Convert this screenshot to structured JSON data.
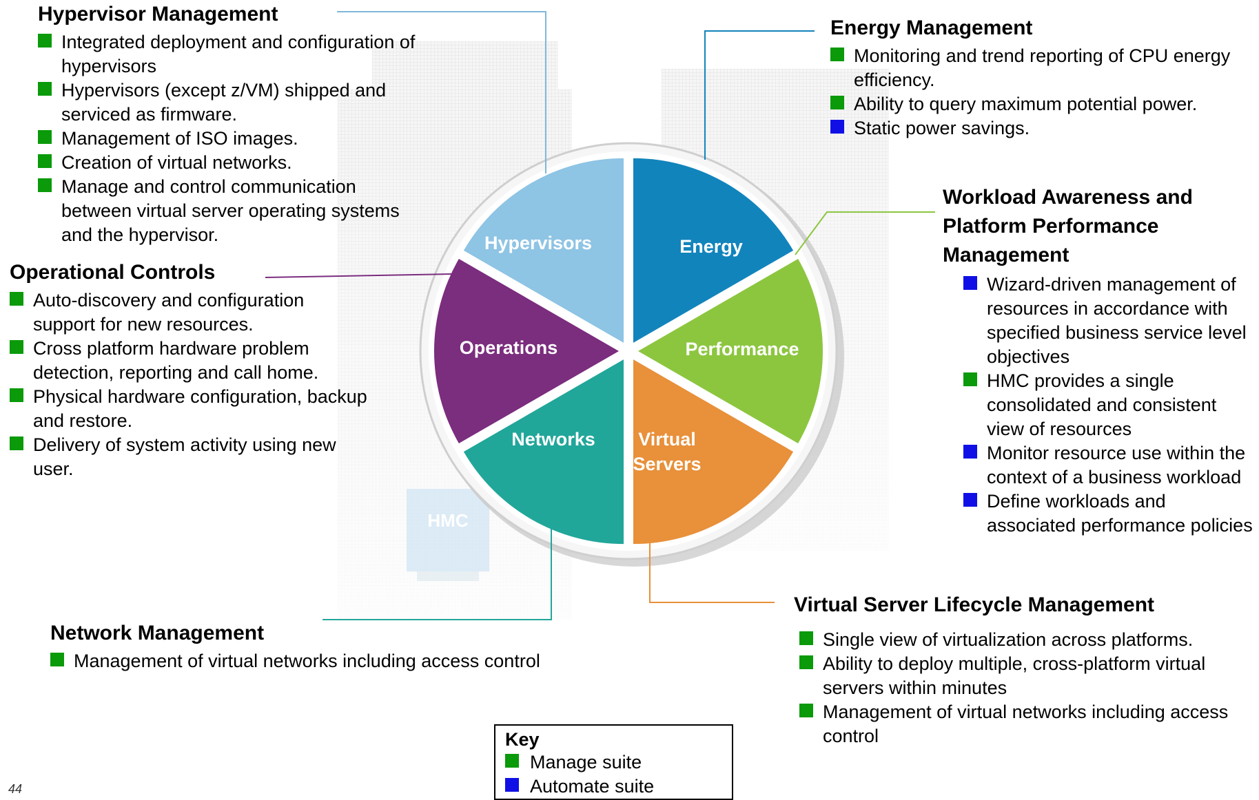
{
  "sections": {
    "hypervisor": {
      "title": "Hypervisor Management",
      "items": [
        {
          "text": "Integrated deployment and configuration of hypervisors",
          "kind": "manage"
        },
        {
          "text": "Hypervisors (except z/VM) shipped and serviced as firmware.",
          "kind": "manage"
        },
        {
          "text": "Management of ISO images.",
          "kind": "manage"
        },
        {
          "text": "Creation of virtual networks.",
          "kind": "manage"
        },
        {
          "text": "Manage and control communication between virtual server operating systems and the hypervisor.",
          "kind": "manage"
        }
      ]
    },
    "operational": {
      "title": "Operational Controls",
      "items": [
        {
          "text": "Auto-discovery and configuration support for new resources.",
          "kind": "manage"
        },
        {
          "text": "Cross platform hardware problem detection, reporting and call home.",
          "kind": "manage"
        },
        {
          "text": "Physical hardware configuration, backup and restore.",
          "kind": "manage"
        },
        {
          "text": "Delivery of system activity using new user.",
          "kind": "manage"
        }
      ]
    },
    "network": {
      "title": "Network Management",
      "items": [
        {
          "text": "Management of virtual networks including access control",
          "kind": "manage"
        }
      ]
    },
    "energy": {
      "title": "Energy Management",
      "items": [
        {
          "text": "Monitoring and trend reporting of CPU energy efficiency.",
          "kind": "manage"
        },
        {
          "text": "Ability to query maximum potential power.",
          "kind": "manage"
        },
        {
          "text": "Static power savings.",
          "kind": "automate"
        }
      ]
    },
    "workload": {
      "title": "Workload Awareness and Platform Performance Management",
      "items": [
        {
          "text": "Wizard-driven management of resources in accordance with specified business service level objectives",
          "kind": "automate"
        },
        {
          "text": "HMC provides a single consolidated and consistent view of resources",
          "kind": "manage"
        },
        {
          "text": "Monitor resource use within the context of a business workload",
          "kind": "automate"
        },
        {
          "text": "Define workloads and associated performance policies",
          "kind": "automate"
        }
      ]
    },
    "lifecycle": {
      "title": "Virtual Server Lifecycle Management",
      "items": [
        {
          "text": "Single view of virtualization across platforms.",
          "kind": "manage"
        },
        {
          "text": "Ability to deploy multiple, cross-platform virtual servers within minutes",
          "kind": "manage"
        },
        {
          "text": "Management of virtual networks including access control",
          "kind": "manage"
        }
      ]
    }
  },
  "wheel": {
    "segments": [
      {
        "key": "hypervisors",
        "label": "Hypervisors",
        "color": "#8ec4e4"
      },
      {
        "key": "energy",
        "label": "Energy",
        "color": "#1284bc"
      },
      {
        "key": "performance",
        "label": "Performance",
        "color": "#8cc63f"
      },
      {
        "key": "virtual-servers",
        "label": "Virtual\nServers",
        "color": "#e8903a"
      },
      {
        "key": "networks",
        "label": "Networks",
        "color": "#21a69a"
      },
      {
        "key": "operations",
        "label": "Operations",
        "color": "#7b2d7e"
      }
    ],
    "background_label": "HMC"
  },
  "colors": {
    "manage": "#0a9a0a",
    "automate": "#1010e6",
    "connector_hypervisor": "#7fb8d8",
    "connector_energy": "#1284bc",
    "connector_performance": "#8cc63f",
    "connector_lifecycle": "#e8903a",
    "connector_network": "#21a69a",
    "connector_operational": "#7b2d7e"
  },
  "key": {
    "title": "Key",
    "manage_label": "Manage suite",
    "automate_label": "Automate suite"
  },
  "page_number": "44"
}
